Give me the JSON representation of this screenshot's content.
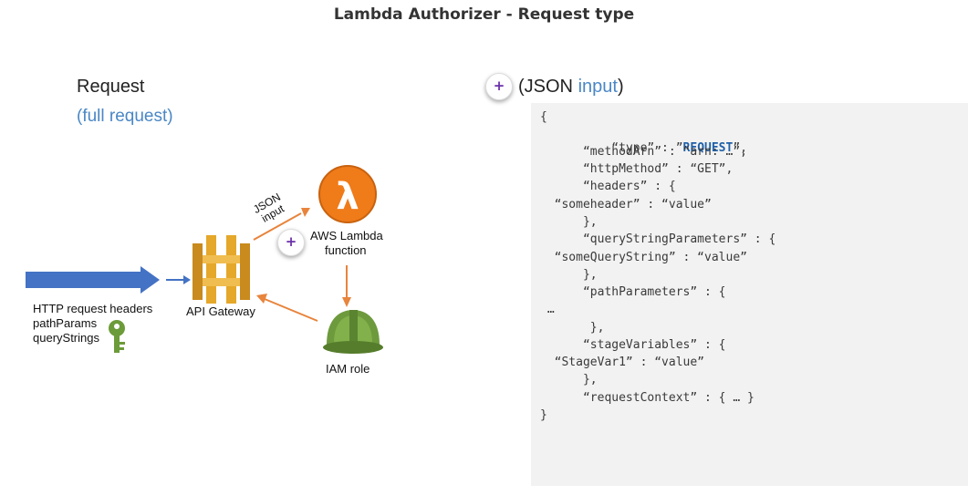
{
  "title": "Lambda Authorizer - Request type",
  "request": {
    "heading": "Request",
    "subheading": "(full request)"
  },
  "json_section": {
    "open_paren": "(JSON ",
    "highlight": "input",
    "close_paren": ")",
    "add_button_label": "+"
  },
  "diagram": {
    "http_request_headers": "HTTP request headers",
    "path_params": "pathParams",
    "query_strings": "queryStrings",
    "api_gateway": "API Gateway",
    "json_line1": "JSON",
    "json_line2": "input",
    "lambda_line1": "AWS Lambda",
    "lambda_line2": "function",
    "lambda_symbol": "λ",
    "iam_role": "IAM role",
    "add_button_label": "+"
  },
  "code": {
    "l1": "{",
    "l2_pre": "      “type” : ”",
    "l2_kw": "REQUEST",
    "l2_post": "”,",
    "l3": "      “methodArn” : “arn: …”,",
    "l4": "      “httpMethod” : “GET”,",
    "l5": "      “headers” : {",
    "l6": "  “someheader” : “value”",
    "l7": "      },",
    "l8": "      “queryStringParameters” : {",
    "l9": "  “someQueryString” : “value”",
    "l10": "      },",
    "l11": "      “pathParameters” : {",
    "l12": " …",
    "l13": "       },",
    "l14": "      “stageVariables” : {",
    "l15": "  “StageVar1” : “value”",
    "l16": "      },",
    "l17": "      “requestContext” : { … }",
    "l18": "}"
  },
  "colors": {
    "blue_arrow": "#4472c4",
    "orange_arrow": "#e8843c",
    "light_blue_text": "#4a87c5",
    "keyword_blue": "#1f5fa8",
    "purple_plus": "#6b2fa8",
    "gateway_gold": "#e5a82a",
    "lambda_orange": "#f07b19",
    "iam_green": "#6d9a3c",
    "key_green": "#6c9b3a",
    "code_bg": "#f2f2f2"
  }
}
